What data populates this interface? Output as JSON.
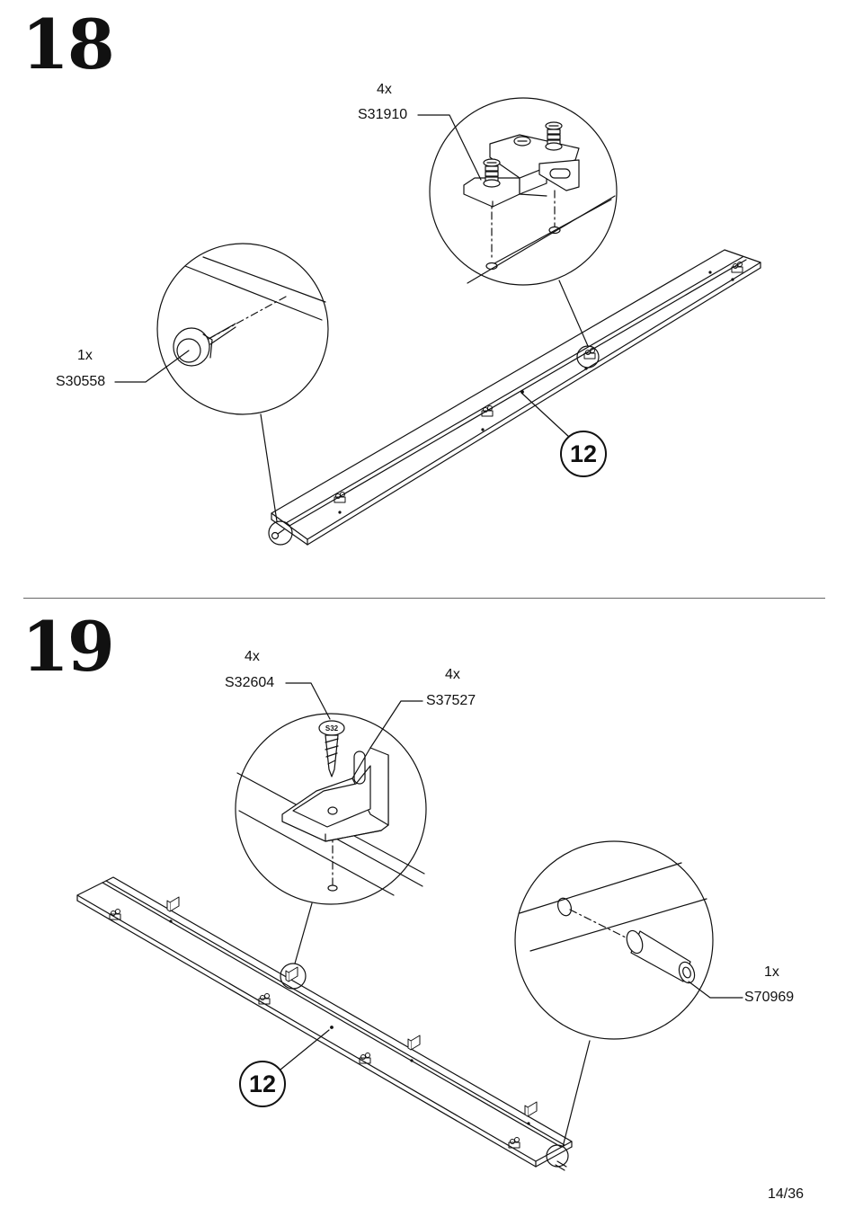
{
  "steps": [
    {
      "number": "18",
      "panel_callout": "12",
      "parts": [
        {
          "qty": "4x",
          "code": "S31910"
        },
        {
          "qty": "1x",
          "code": "S30558"
        }
      ]
    },
    {
      "number": "19",
      "panel_callout": "12",
      "parts": [
        {
          "qty": "4x",
          "code": "S32604"
        },
        {
          "qty": "4x",
          "code": "S37527"
        },
        {
          "qty": "1x",
          "code": "S70969"
        }
      ]
    }
  ],
  "screw_head_mark": "S32",
  "page": "14/36",
  "icons": [
    "cam-connector-icon",
    "glide-nail-icon",
    "screw-icon",
    "angle-bracket-icon",
    "dowel-icon"
  ]
}
